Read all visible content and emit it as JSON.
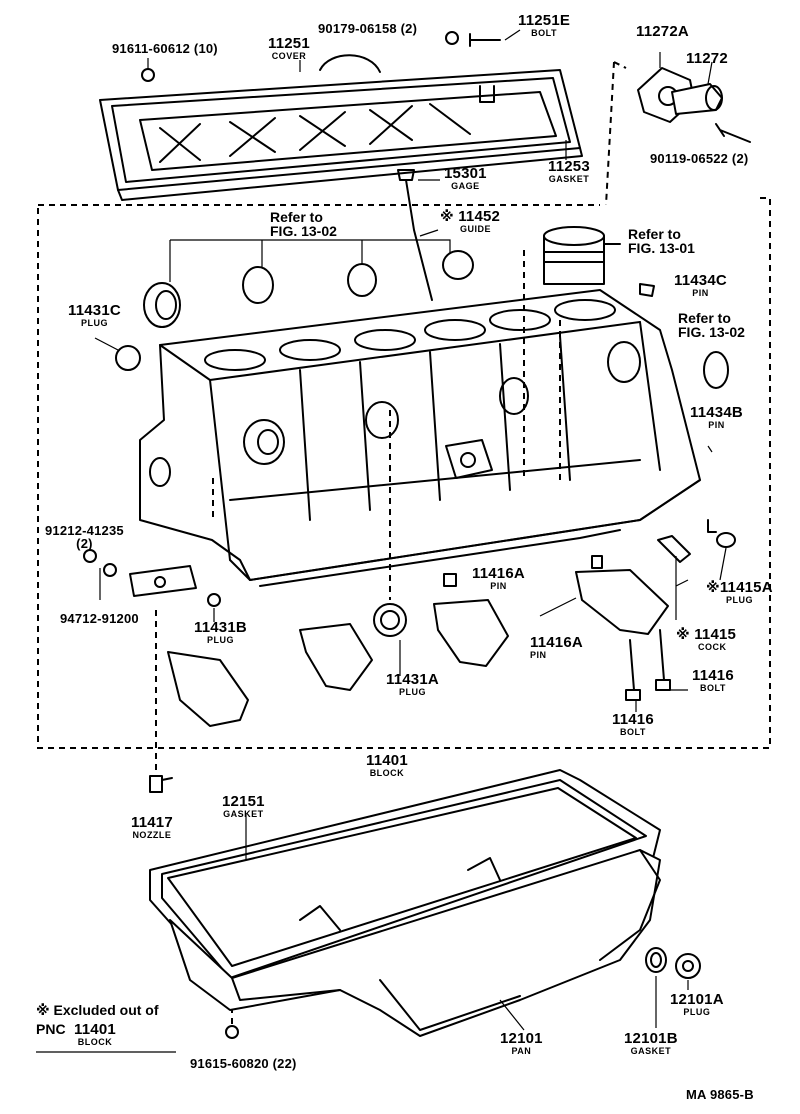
{
  "parts": {
    "screw_cover": {
      "number": "91611-60612 (10)"
    },
    "cover": {
      "number": "11251",
      "name": "COVER"
    },
    "bolt_cover": {
      "number": "90179-06158 (2)"
    },
    "bolt_11251e": {
      "number": "11251E",
      "name": "BOLT"
    },
    "part_11272a": {
      "number": "11272A"
    },
    "part_11272": {
      "number": "11272"
    },
    "bolt_outlet": {
      "number": "90119-06522 (2)"
    },
    "gasket_cover": {
      "number": "11253",
      "name": "GASKET"
    },
    "gage": {
      "number": "15301",
      "name": "GAGE"
    },
    "guide": {
      "mark": "※",
      "number": "11452",
      "name": "GUIDE"
    },
    "plug_11431c": {
      "number": "11431C",
      "name": "PLUG"
    },
    "pin_11434c": {
      "number": "11434C",
      "name": "PIN"
    },
    "pin_11434b": {
      "number": "11434B",
      "name": "PIN"
    },
    "screw_41235": {
      "number": "91212-41235",
      "qty": "(2)"
    },
    "washer_91200": {
      "number": "94712-91200"
    },
    "plug_11431b": {
      "number": "11431B",
      "name": "PLUG"
    },
    "pin_11416a_a": {
      "number": "11416A",
      "name": "PIN"
    },
    "pin_11416a_b": {
      "number": "11416A",
      "name": "PIN"
    },
    "plug_11431a": {
      "number": "11431A",
      "name": "PLUG"
    },
    "plug_11415a": {
      "mark": "※",
      "number": "11415A",
      "name": "PLUG"
    },
    "cock_11415": {
      "mark": "※",
      "number": "11415",
      "name": "COCK"
    },
    "bolt_11416_r": {
      "number": "11416",
      "name": "BOLT"
    },
    "bolt_11416_b": {
      "number": "11416",
      "name": "BOLT"
    },
    "block": {
      "number": "11401",
      "name": "BLOCK"
    },
    "nozzle": {
      "number": "11417",
      "name": "NOZZLE"
    },
    "gasket_pan": {
      "number": "12151",
      "name": "GASKET"
    },
    "plug_12101a": {
      "number": "12101A",
      "name": "PLUG"
    },
    "gasket_12101b": {
      "number": "12101B",
      "name": "GASKET"
    },
    "pan": {
      "number": "12101",
      "name": "PAN"
    },
    "bolt_pan": {
      "number": "91615-60820 (22)"
    }
  },
  "refs": {
    "bearings": {
      "line1": "Refer to",
      "line2": "FIG. 13-02"
    },
    "piston": {
      "line1": "Refer to",
      "line2": "FIG. 13-01"
    },
    "rear_seal": {
      "line1": "Refer to",
      "line2": "FIG. 13-02"
    }
  },
  "note": {
    "mark": "※",
    "line1": "Excluded out of",
    "pnc": "PNC",
    "number": "11401",
    "name": "BLOCK"
  },
  "footer": {
    "code": "MA 9865-B"
  }
}
